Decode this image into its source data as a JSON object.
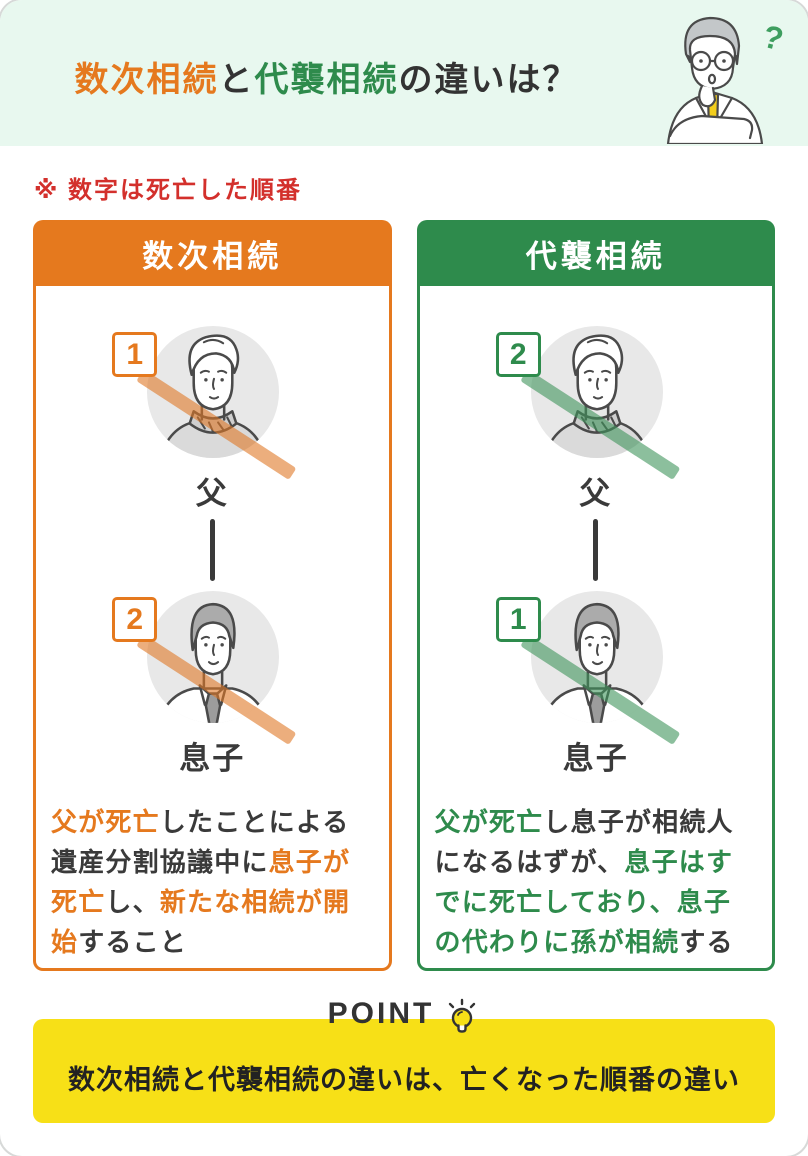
{
  "colors": {
    "orange": "#E5791E",
    "green": "#2E8B4C",
    "red": "#D3302C",
    "yellow": "#F7E017",
    "mint_background": "#E8F8EF",
    "dark_text": "#3A3A3A"
  },
  "header": {
    "title_segments": [
      {
        "text": "数次相続",
        "color": "orange"
      },
      {
        "text": "と",
        "color": "dark"
      },
      {
        "text": "代襲相続",
        "color": "green"
      },
      {
        "text": "の違いは？",
        "color": "dark"
      }
    ],
    "question_mark": "?"
  },
  "note": "※ 数字は死亡した順番",
  "columns": [
    {
      "title": "数次相続",
      "theme": "orange",
      "persons": [
        {
          "order": "1",
          "label": "父"
        },
        {
          "order": "2",
          "label": "息子"
        }
      ],
      "description_segments": [
        {
          "text": "父が死亡",
          "highlight": true
        },
        {
          "text": "したことによる遺産分割協議中に",
          "highlight": false
        },
        {
          "text": "息子が死亡",
          "highlight": true
        },
        {
          "text": "し、",
          "highlight": false
        },
        {
          "text": "新たな相続が開始",
          "highlight": true
        },
        {
          "text": "すること",
          "highlight": false
        }
      ]
    },
    {
      "title": "代襲相続",
      "theme": "green",
      "persons": [
        {
          "order": "2",
          "label": "父"
        },
        {
          "order": "1",
          "label": "息子"
        }
      ],
      "description_segments": [
        {
          "text": "父が死亡",
          "highlight": true
        },
        {
          "text": "し息子が相続人になるはずが、",
          "highlight": false
        },
        {
          "text": "息子はすでに死亡しており、息子の代わりに孫が相続",
          "highlight": true
        },
        {
          "text": "すること",
          "highlight": false
        }
      ]
    }
  ],
  "point": {
    "heading": "POINT",
    "banner": "数次相続と代襲相続の違いは、亡くなった順番の違い"
  }
}
